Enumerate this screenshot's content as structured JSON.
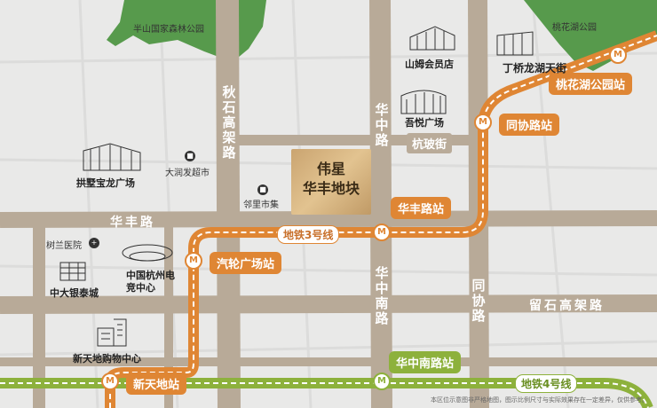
{
  "parks": {
    "north": "半山国家森林公园",
    "northeast": "桃花湖公园"
  },
  "project": {
    "line1": "伟星",
    "line2": "华丰地块"
  },
  "roads": {
    "qiushi": "秋石高架路",
    "huazhong_north": "华中路",
    "huazhong_south": "华中南路",
    "tongxie": "同协路",
    "huafeng": "华丰路",
    "liushi": "留石高架路",
    "hangpo": "杭玻街"
  },
  "stations": {
    "dingqiao": "桃花湖公园站",
    "tongxie": "同协路站",
    "huafeng": "华丰路站",
    "qilun": "汽轮广场站",
    "xintiandi": "新天地站",
    "huazhongnan": "华中南路站"
  },
  "lines": {
    "line3": "地铁3号线",
    "line4": "地铁4号线"
  },
  "pois": {
    "shanmu": "山姆会员店",
    "dingqiao_mall": "丁桥龙湖天街",
    "wuyue": "吾悦广场",
    "gongshu": "拱墅宝龙广场",
    "darunfa": "大润发超市",
    "linli": "邻里市集",
    "shulan": "树兰医院",
    "esports": "中国杭州电竞中心",
    "yintai": "中大银泰城",
    "xintiandi_mall": "新天地购物中心"
  },
  "disclaimer": "本区位示意图非严格地图，图示比例尺寸与实际效果存在一定差异，仅供参考。",
  "colors": {
    "park": "#579a4c",
    "road": "#b8aa98",
    "line3": "#df8634",
    "line4": "#8db13c",
    "background": "#e9e9e8"
  }
}
